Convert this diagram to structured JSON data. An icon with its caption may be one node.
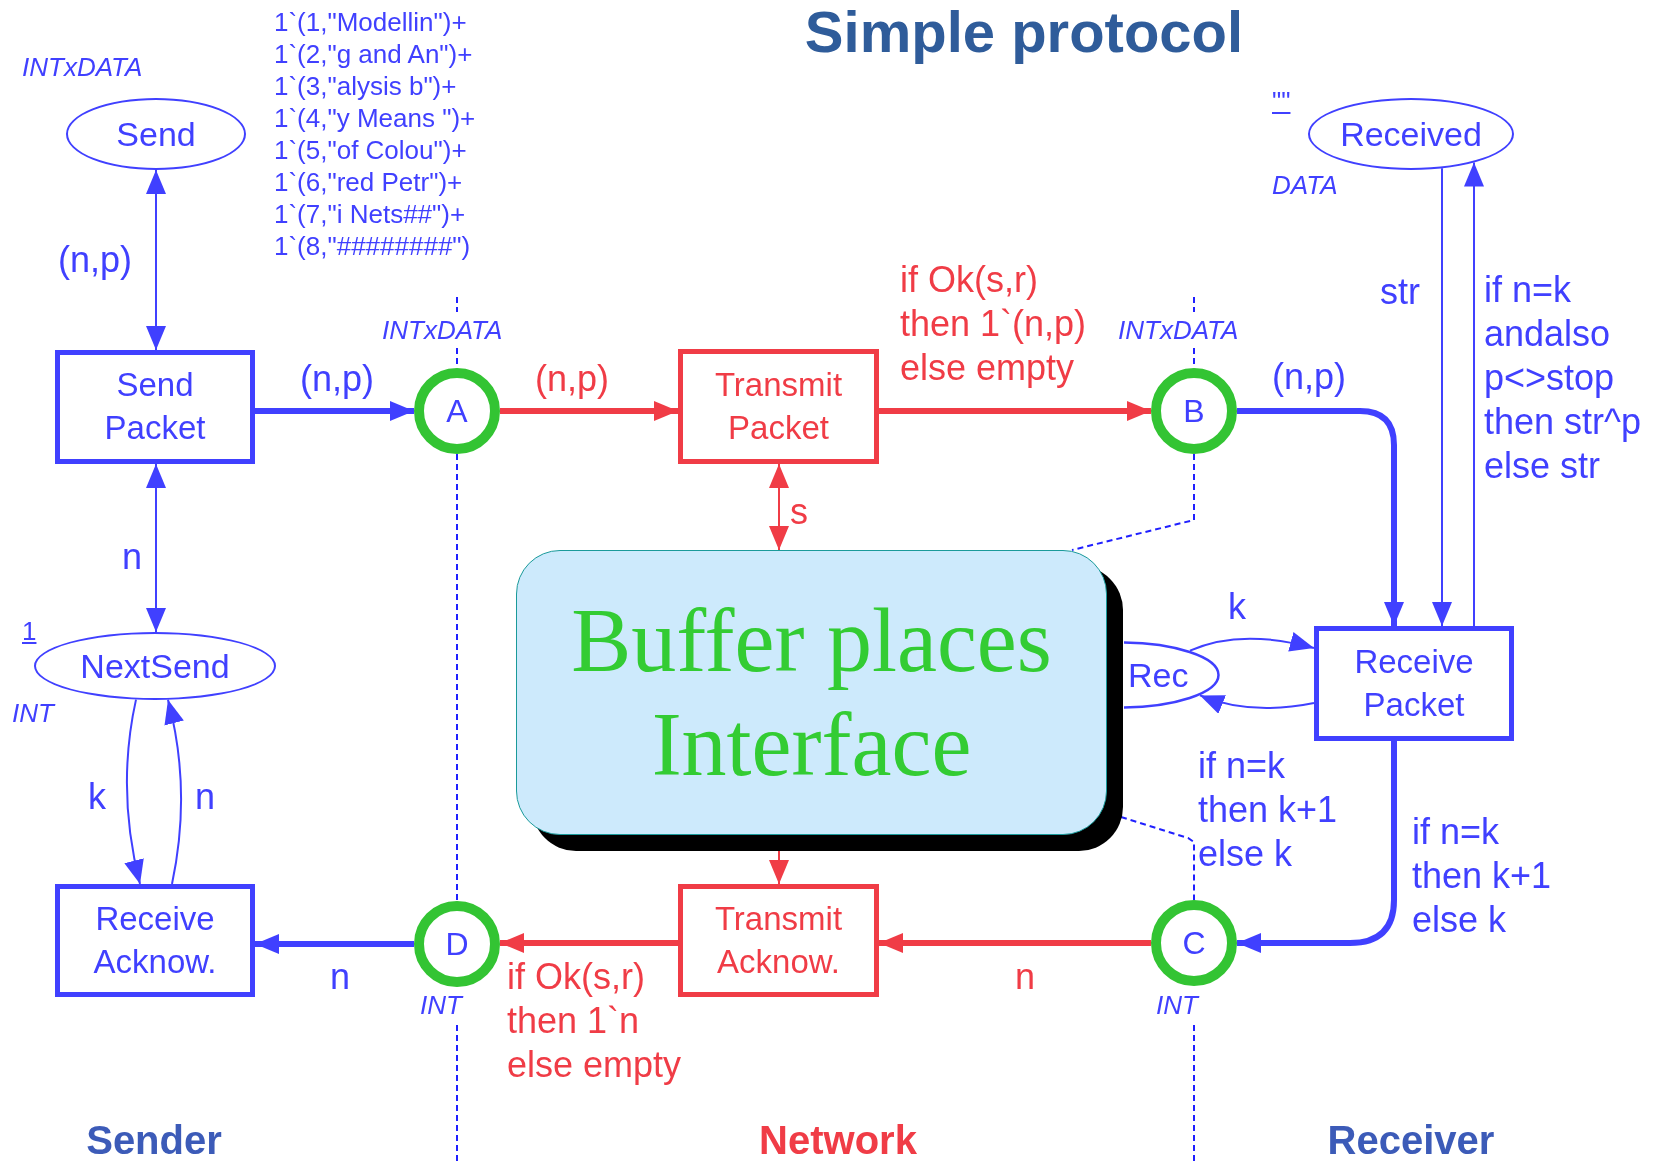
{
  "diagram": {
    "title": "Simple protocol",
    "nodes": [
      {
        "text": [
          "Send"
        ],
        "beside": [
          "INTxDATA",
          "1`(1,\"Modellin\")+ 1`(2,\"g and An\")+ 1`(3,\"alysis b\")+ 1`(4,\"y Means \")+ 1`(5,\"of Colou\")+ 1`(6,\"red Petr\")+ 1`(7,\"i Nets##\")+ 1`(8,\"########\")"
        ]
      },
      {
        "text": [
          "Received"
        ],
        "beside": [
          "\"\"",
          "DATA"
        ]
      },
      {
        "text": [
          "Send Packet"
        ]
      },
      {
        "text": [
          "A"
        ],
        "beside": [
          "INTxDATA"
        ]
      },
      {
        "text": [
          "Transmit Packet"
        ]
      },
      {
        "text": [
          "B"
        ],
        "beside": [
          "INTxDATA"
        ]
      },
      {
        "text": [
          "Buffer places Interface"
        ]
      },
      {
        "text": [
          "NextSend"
        ],
        "beside": [
          "1",
          "INT"
        ]
      },
      {
        "text": [
          "Rec"
        ]
      },
      {
        "text": [
          "Receive Packet"
        ]
      },
      {
        "text": [
          "Receive Acknow."
        ]
      },
      {
        "text": [
          "D"
        ],
        "beside": [
          "INT"
        ]
      },
      {
        "text": [
          "Transmit Acknow."
        ]
      },
      {
        "text": [
          "C"
        ],
        "beside": [
          "INT"
        ]
      }
    ],
    "edges": [
      {
        "from": 2,
        "to": 0,
        "arrow": "both",
        "label": "(n,p)"
      },
      {
        "from": 2,
        "to": 7,
        "arrow": "both",
        "label": "n"
      },
      {
        "from": 2,
        "to": 3,
        "arrow": "to",
        "label": "(n,p)",
        "style": "thick"
      },
      {
        "from": 3,
        "to": 4,
        "arrow": "to",
        "label": "(n,p)",
        "style": "thick",
        "color": "#f03c46"
      },
      {
        "from": 4,
        "to": 5,
        "arrow": "to",
        "label": "if Ok(s,r) then 1`(n,p) else empty",
        "style": "thick",
        "color": "#f03c46"
      },
      {
        "from": 4,
        "to": 6,
        "arrow": "both",
        "label": "s",
        "color": "#f03c46"
      },
      {
        "from": 5,
        "to": 9,
        "arrow": "to",
        "label": "(n,p)",
        "style": "thick"
      },
      {
        "from": 1,
        "to": 9,
        "arrow": "to",
        "label": "str"
      },
      {
        "from": 9,
        "to": 1,
        "arrow": "to",
        "label": "if n=k andalso p<>stop then str^p else str"
      },
      {
        "from": 8,
        "to": 9,
        "arrow": "to",
        "label": "k"
      },
      {
        "from": 9,
        "to": 8,
        "arrow": "to",
        "label": "if n=k then k+1 else k"
      },
      {
        "from": 9,
        "to": 13,
        "arrow": "to",
        "label": "if n=k then k+1 else k",
        "style": "thick"
      },
      {
        "from": 13,
        "to": 12,
        "arrow": "to",
        "label": "n",
        "style": "thick",
        "color": "#f03c46"
      },
      {
        "from": 12,
        "to": 11,
        "arrow": "to",
        "label": "if Ok(s,r) then 1`n else empty",
        "style": "thick",
        "color": "#f03c46"
      },
      {
        "from": 6,
        "to": 12,
        "arrow": "to",
        "color": "#f03c46"
      },
      {
        "from": 11,
        "to": 10,
        "arrow": "to",
        "label": "n",
        "style": "thick"
      },
      {
        "from": 7,
        "to": 10,
        "arrow": "to",
        "label": "k"
      },
      {
        "from": 10,
        "to": 7,
        "arrow": "to",
        "label": "n"
      }
    ],
    "labels": [
      "Sender",
      "Network",
      "Receiver"
    ]
  }
}
